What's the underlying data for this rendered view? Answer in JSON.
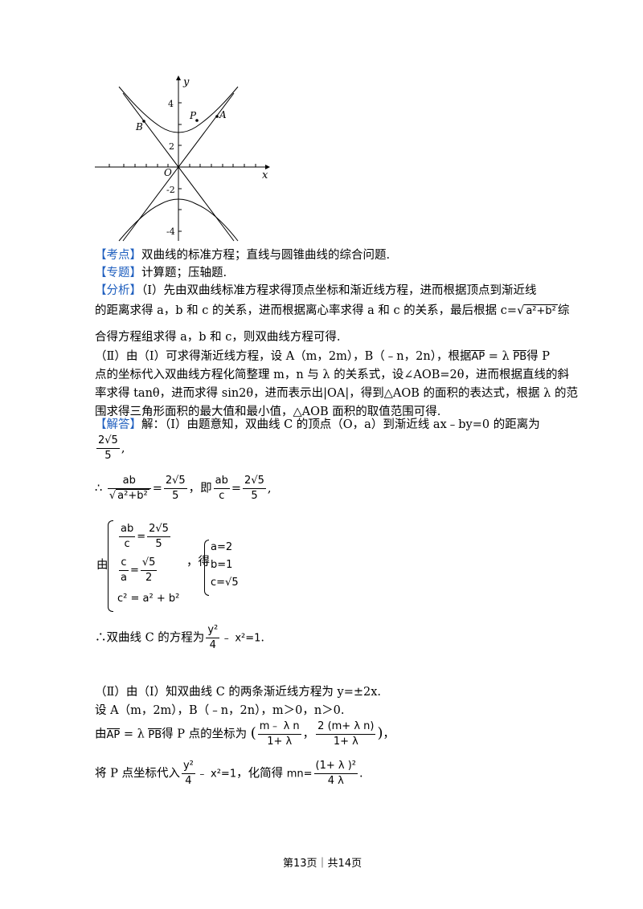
{
  "graph": {
    "y_label": "y",
    "x_label": "x",
    "origin_label": "O",
    "y_ticks": [
      "4",
      "2",
      "-2",
      "-4"
    ],
    "points": [
      "B",
      "P",
      "A"
    ]
  },
  "kaodian": {
    "tag": "【考点】",
    "text": "双曲线的标准方程；直线与圆锥曲线的综合问题."
  },
  "zhuanti": {
    "tag": "【专题】",
    "text": "计算题；压轴题."
  },
  "fenxi": {
    "tag": "【分析】",
    "l1": "（Ⅰ）先由双曲线标准方程求得顶点坐标和渐近线方程，进而根据顶点到渐近线",
    "l2a": "的距离求得 a，b 和 c 的关系，进而根据离心率求得 a 和 c 的关系，最后根据 c=",
    "l2b": "a²+b²",
    "l2c": "综",
    "l3": "合得方程组求得 a，b 和 c，则双曲线方程可得.",
    "l4a": "（Ⅱ）由（Ⅰ）可求得渐近线方程，设 A（m，2m），B（﹣n，2n），根据",
    "l4b": "AP",
    "l4c": " = λ ",
    "l4d": "PB",
    "l4e": "得 P",
    "l5": "点的坐标代入双曲线方程化简整理 m，n 与 λ 的关系式，设∠AOB=2θ，进而根据直线的斜",
    "l6": "率求得 tanθ，进而求得 sin2θ，进而表示出|OA|，得到△AOB 的面积的表达式，根据 λ 的范",
    "l7": "围求得三角形面积的最大值和最小值，△AOB 面积的取值范围可得."
  },
  "jieda": {
    "tag": "【解答】",
    "l1": "解：（Ⅰ）由题意知，双曲线 C 的顶点（O，a）到渐近线 ax﹣by=0 的距离为",
    "f1_num": "2√5",
    "f1_den": "5",
    "comma1": ",",
    "therefore": "∴",
    "f2_num": "ab",
    "f2_den": "a²+b²",
    "eq": "=",
    "f3_num": "2√5",
    "f3_den": "5",
    "ji": "，即",
    "f4_num": "ab",
    "f4_den": "c",
    "f5_num": "2√5",
    "f5_den": "5",
    "comma2": ",",
    "you": "由",
    "sys1_a_num": "ab",
    "sys1_a_den": "c",
    "sys1_a_rnum": "2√5",
    "sys1_a_rden": "5",
    "sys1_b_num": "c",
    "sys1_b_den": "a",
    "sys1_b_rnum": "√5",
    "sys1_b_rden": "2",
    "sys1_c": "c² = a² + b²",
    "de": "，得",
    "sys2_a": "a=2",
    "sys2_b": "b=1",
    "sys2_c": "c=√5",
    "conc_a": "∴双曲线 C 的方程为",
    "conc_num": "y²",
    "conc_den": "4",
    "conc_b": "﹣ x²=1",
    "conc_dot": "."
  },
  "part2": {
    "l1": "（Ⅱ）由（Ⅰ）知双曲线 C 的两条渐近线方程为 y=±2x.",
    "l2": "设 A（m，2m），B（﹣n，2n），m＞0，n＞0.",
    "l3a": "由",
    "l3b": "AP",
    "l3c": " = λ ",
    "l3d": "PB",
    "l3e": "得 P 点的坐标为",
    "p_x_num": "m﹣ λ n",
    "p_x_den": "1+ λ",
    "p_y_num": "2 (m+ λ n)",
    "p_y_den": "1+ λ",
    "l3f": "，",
    "l4a": "将 P 点坐标代入",
    "l4_num": "y²",
    "l4_den": "4",
    "l4b": "﹣ x²=1",
    "l4c": "，化简得",
    "mn": "mn=",
    "mn_num": "(1+ λ )²",
    "mn_den": "4 λ",
    "l4d": "."
  },
  "footer": {
    "text": "第13页｜共14页"
  }
}
